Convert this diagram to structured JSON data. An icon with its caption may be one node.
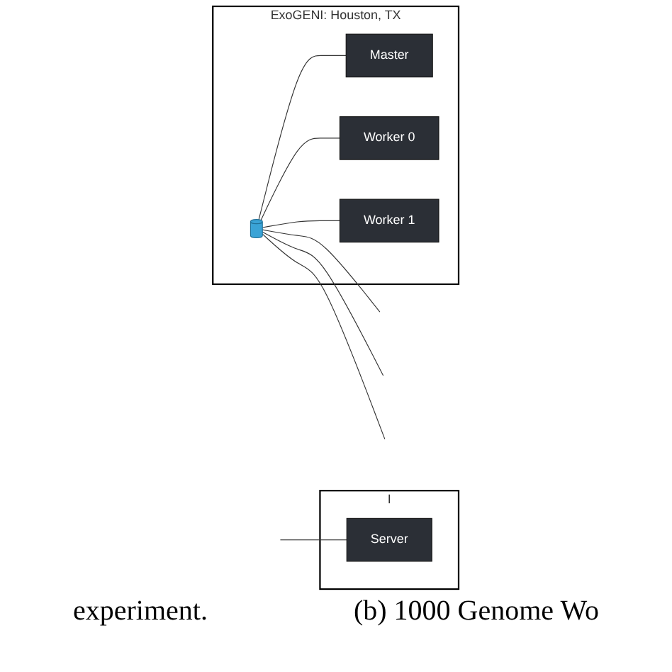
{
  "diagram": {
    "nodes": [
      {
        "text": [
          "I"
        ]
      },
      {
        "text": [
          "Server"
        ],
        "in": 0
      },
      {
        "text": [
          "ExoGENI: Houston, TX"
        ]
      },
      {
        "text": [
          "Master"
        ],
        "in": 2
      },
      {
        "text": [
          "Worker 0"
        ],
        "in": 2
      },
      {
        "text": [
          "Worker 1"
        ],
        "in": 2
      },
      {
        "text": [],
        "shape": "cylinder",
        "in": 2
      }
    ],
    "edges": [
      {
        "from": null,
        "to": 1,
        "arrow": "none"
      },
      {
        "from": 6,
        "to": 3,
        "arrow": "none"
      },
      {
        "from": 6,
        "to": 4,
        "arrow": "none"
      },
      {
        "from": 6,
        "to": 5,
        "arrow": "none"
      },
      {
        "from": 6,
        "to": null,
        "arrow": "none"
      },
      {
        "from": 6,
        "to": null,
        "arrow": "none"
      },
      {
        "from": 6,
        "to": null,
        "arrow": "none"
      }
    ],
    "labels": [
      "experiment.",
      "(b) 1000 Genome Wo"
    ]
  }
}
